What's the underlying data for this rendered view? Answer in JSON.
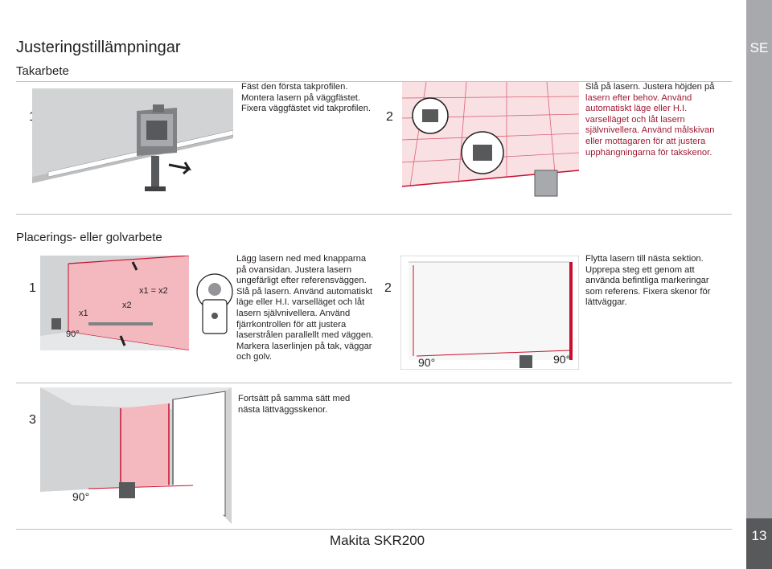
{
  "header": {
    "title": "Justeringstillämpningar",
    "language": "SE"
  },
  "section1": {
    "heading": "Takarbete",
    "step1": {
      "number": "1",
      "lines": [
        "Fäst den första takprofilen.",
        "Montera lasern på väggfästet.",
        "Fixera väggfästet vid takprofilen."
      ]
    },
    "step2": {
      "number": "2",
      "lines": [
        "Slå på lasern. Justera höjden på",
        "lasern efter behov. Använd",
        "automatiskt läge eller H.I.",
        "varselläget och låt lasern",
        "självnivellera. Använd målskivan",
        "eller mottagaren för att justera",
        "upphängningarna för takskenor."
      ]
    }
  },
  "section2": {
    "heading": "Placerings- eller golvarbete",
    "step1": {
      "number": "1",
      "labels": {
        "x1": "x1",
        "x2": "x2",
        "equation": "x1 = x2",
        "angle": "90°"
      },
      "lines": [
        "Lägg lasern ned med knapparna",
        "på ovansidan. Justera lasern",
        "ungefärligt efter referensväggen.",
        "Slå på lasern. Använd automatiskt",
        "läge eller H.I. varselläget och låt",
        "lasern självnivellera. Använd",
        "fjärrkontrollen för att justera",
        "laserstrålen parallellt med väggen.",
        "Markera laserlinjen på tak, väggar",
        "och golv."
      ]
    },
    "step2": {
      "number": "2",
      "labels": {
        "angle_left": "90°",
        "angle_right": "90°"
      },
      "lines": [
        "Flytta lasern till nästa sektion.",
        "Upprepa steg ett genom att",
        "använda befintliga markeringar",
        "som referens. Fixera skenor för",
        "lättväggar."
      ]
    }
  },
  "section3": {
    "step3": {
      "number": "3",
      "labels": {
        "angle": "90°"
      },
      "lines": [
        "Fortsätt på samma sätt med",
        "nästa lättväggsskenor."
      ]
    }
  },
  "footer": {
    "model": "Makita SKR200",
    "page": "13"
  },
  "colors": {
    "laser_red": "#c8102e",
    "laser_plane": "#f4b8bf",
    "wall_gray": "#d1d3d4",
    "dark_gray": "#58595b",
    "sidebar_gray": "#a7a9ac",
    "text": "#231f20"
  }
}
